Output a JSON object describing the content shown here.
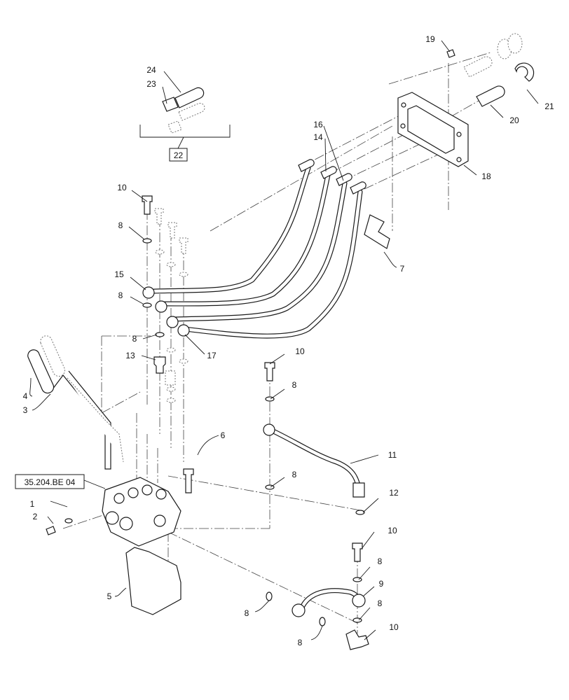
{
  "diagram": {
    "callouts": [
      {
        "id": "c1",
        "text": "1"
      },
      {
        "id": "c2",
        "text": "2"
      },
      {
        "id": "c3",
        "text": "3"
      },
      {
        "id": "c4",
        "text": "4"
      },
      {
        "id": "c5",
        "text": "5"
      },
      {
        "id": "c6",
        "text": "6"
      },
      {
        "id": "c7",
        "text": "7"
      },
      {
        "id": "c8a",
        "text": "8"
      },
      {
        "id": "c8b",
        "text": "8"
      },
      {
        "id": "c8c",
        "text": "8"
      },
      {
        "id": "c8d",
        "text": "8"
      },
      {
        "id": "c8e",
        "text": "8"
      },
      {
        "id": "c8f",
        "text": "8"
      },
      {
        "id": "c8g",
        "text": "8"
      },
      {
        "id": "c8h",
        "text": "8"
      },
      {
        "id": "c8i",
        "text": "8"
      },
      {
        "id": "c9",
        "text": "9"
      },
      {
        "id": "c10a",
        "text": "10"
      },
      {
        "id": "c10b",
        "text": "10"
      },
      {
        "id": "c10c",
        "text": "10"
      },
      {
        "id": "c10d",
        "text": "10"
      },
      {
        "id": "c11",
        "text": "11"
      },
      {
        "id": "c12",
        "text": "12"
      },
      {
        "id": "c13",
        "text": "13"
      },
      {
        "id": "c14",
        "text": "14"
      },
      {
        "id": "c15",
        "text": "15"
      },
      {
        "id": "c16",
        "text": "16"
      },
      {
        "id": "c17",
        "text": "17"
      },
      {
        "id": "c18",
        "text": "18"
      },
      {
        "id": "c19",
        "text": "19"
      },
      {
        "id": "c20",
        "text": "20"
      },
      {
        "id": "c21",
        "text": "21"
      },
      {
        "id": "c23",
        "text": "23"
      },
      {
        "id": "c24",
        "text": "24"
      }
    ],
    "boxed_callouts": {
      "kit": "22",
      "reference": "35.204.BE 04"
    }
  }
}
